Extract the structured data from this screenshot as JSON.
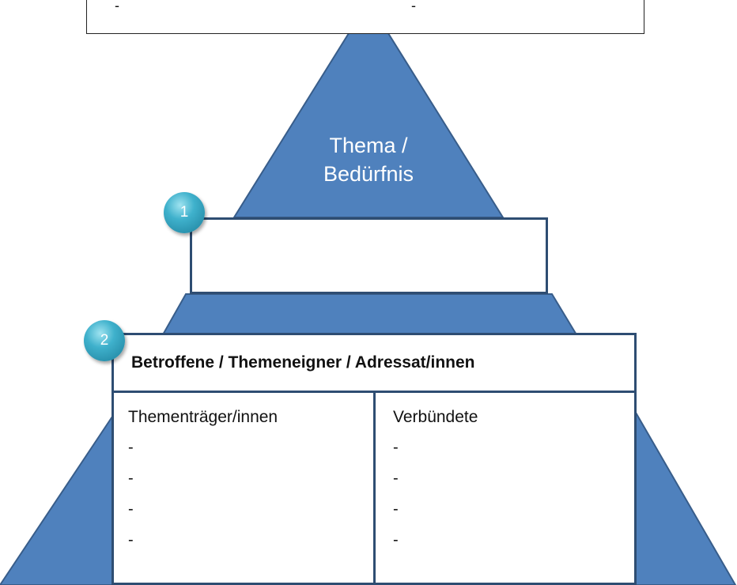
{
  "colors": {
    "pyramid_fill": "#4f81bd",
    "pyramid_stroke": "#385d8a",
    "box_border": "#2e4d72",
    "badge": "#3fb1cc"
  },
  "top_box": {
    "left_dash": "-",
    "right_dash": "-"
  },
  "apex": {
    "line1": "Thema /",
    "line2": "Bedürfnis"
  },
  "badges": {
    "b1": "1",
    "b2": "2"
  },
  "header": {
    "text": "Betroffene / Themeneigner / Adressat/innen"
  },
  "left_column": {
    "title": "Thementräger/innen",
    "items": [
      "-",
      "-",
      "-",
      "-"
    ]
  },
  "right_column": {
    "title": "Verbündete",
    "items": [
      "-",
      "-",
      "-",
      "-"
    ]
  }
}
